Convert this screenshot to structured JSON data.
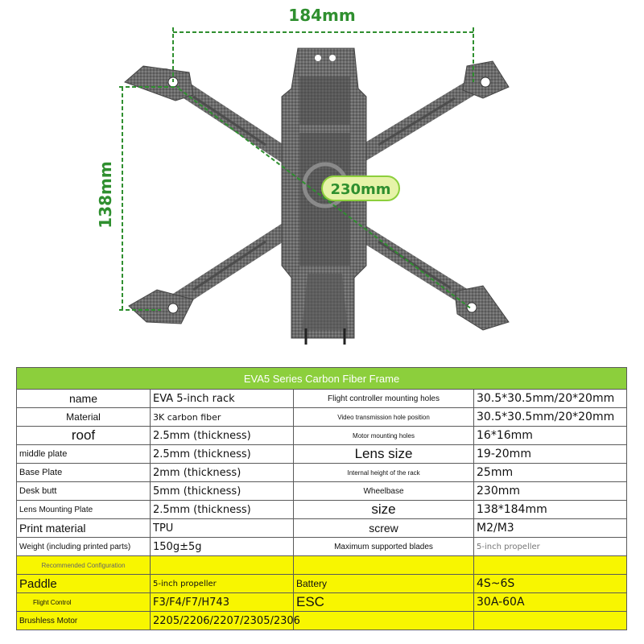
{
  "dimensions": {
    "width": "184mm",
    "height": "138mm",
    "diagonal": "230mm"
  },
  "colors": {
    "dimension_green": "#2f8f2f",
    "header_green": "#8ccf3c",
    "highlight_yellow": "#f8f600",
    "carbon": "#6b6b6b"
  },
  "table": {
    "title": "EVA5 Series Carbon Fiber Frame",
    "rows": [
      {
        "l1": "name",
        "v1": "EVA 5-inch rack",
        "l2": "Flight controller mounting holes",
        "v2": "30.5*30.5mm/20*20mm"
      },
      {
        "l1": "Material",
        "v1": "3K carbon fiber",
        "l2": "Video transmission hole position",
        "v2": "30.5*30.5mm/20*20mm"
      },
      {
        "l1": "roof",
        "v1": "2.5mm (thickness)",
        "l2": "Motor mounting holes",
        "v2": "16*16mm"
      },
      {
        "l1": "middle plate",
        "v1": "2.5mm (thickness)",
        "l2": "Lens size",
        "v2": "19-20mm"
      },
      {
        "l1": "Base Plate",
        "v1": "2mm (thickness)",
        "l2": "Internal height of the rack",
        "v2": "25mm"
      },
      {
        "l1": "Desk butt",
        "v1": "5mm (thickness)",
        "l2": "Wheelbase",
        "v2": "230mm"
      },
      {
        "l1": "Lens Mounting Plate",
        "v1": "2.5mm (thickness)",
        "l2": "size",
        "v2": "138*184mm"
      },
      {
        "l1": "Print material",
        "v1": "TPU",
        "l2": "screw",
        "v2": "M2/M3"
      },
      {
        "l1": "Weight (including printed parts)",
        "v1": "150g±5g",
        "l2": "Maximum supported blades",
        "v2": "5-inch propeller"
      }
    ],
    "recommended": {
      "label": "Recommended Configuration",
      "rows": [
        {
          "l1": "Paddle",
          "v1": "5-inch propeller",
          "l2": "Battery",
          "v2": "4S~6S"
        },
        {
          "l1": "Flight Control",
          "v1": "F3/F4/F7/H743",
          "l2": "ESC",
          "v2": "30A-60A"
        },
        {
          "l1": "Brushless Motor",
          "v1": "2205/2206/2207/2305/2306",
          "l2": "",
          "v2": ""
        }
      ]
    }
  }
}
